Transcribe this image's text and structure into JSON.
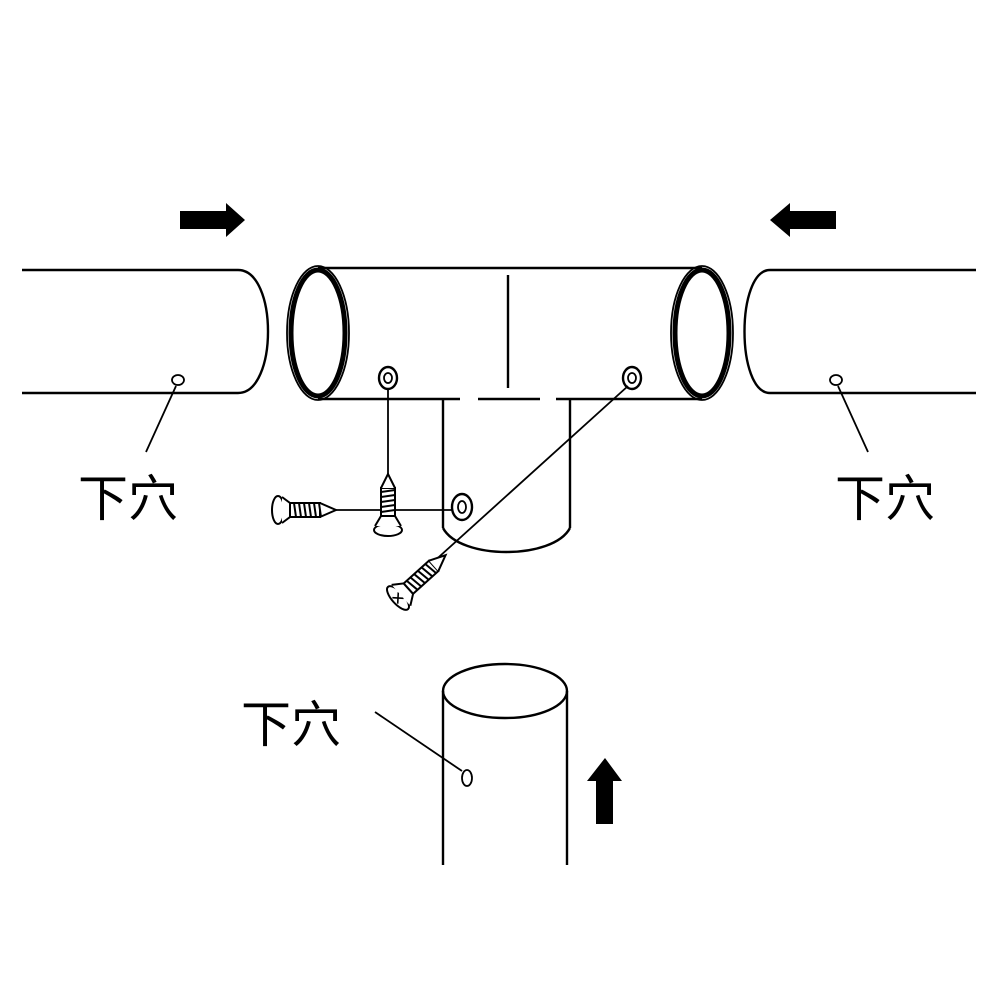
{
  "labels": {
    "left_pipe_hole": "下穴",
    "right_pipe_hole": "下穴",
    "bottom_pipe_hole": "下穴"
  },
  "icons": {
    "arrows": [
      "arrow-right-icon",
      "arrow-left-icon",
      "arrow-up-icon"
    ],
    "screws": [
      "screw-icon",
      "screw-icon",
      "screw-icon"
    ]
  },
  "colors": {
    "line": "#000000",
    "background": "#ffffff"
  }
}
